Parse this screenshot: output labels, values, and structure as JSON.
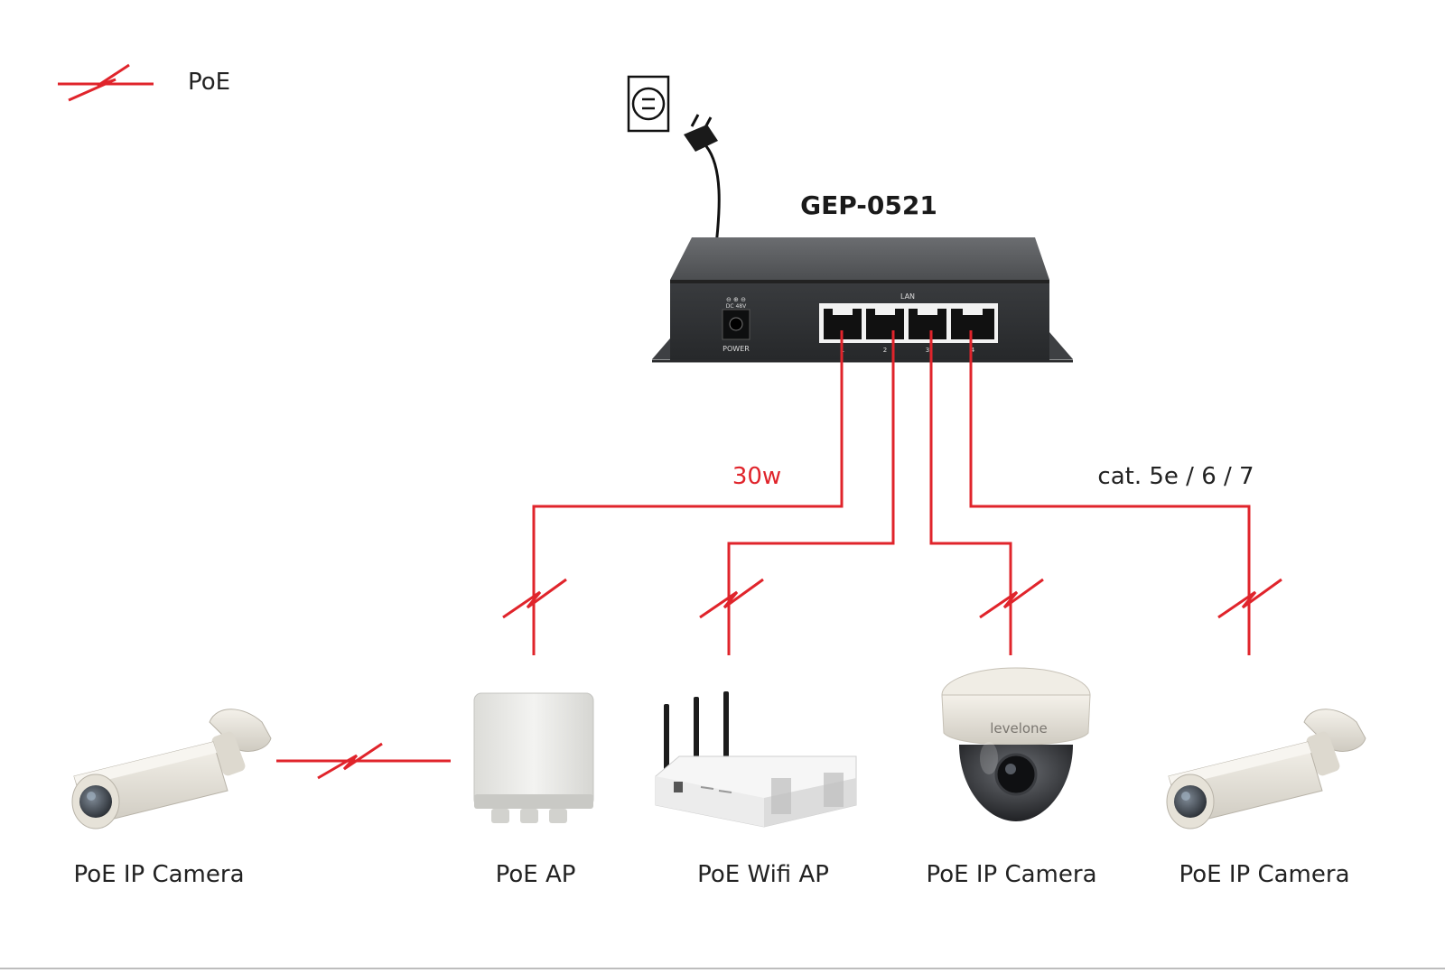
{
  "title": "GEP-0521",
  "legend": {
    "label": "PoE",
    "icon": "lightning-icon",
    "color": "#e0242b"
  },
  "switch": {
    "port_header": "LAN",
    "power_label": "POWER",
    "dc_label": "DC 48V",
    "port_numbers": [
      "1",
      "2",
      "3",
      "4"
    ]
  },
  "cable_labels": {
    "power": "30w",
    "cable_type": "cat. 5e / 6 / 7"
  },
  "devices": [
    {
      "label": "PoE IP Camera",
      "icon": "bullet-camera-icon"
    },
    {
      "label": "PoE AP",
      "icon": "outdoor-ap-icon"
    },
    {
      "label": "PoE Wifi AP",
      "icon": "wifi-router-icon"
    },
    {
      "label": "PoE IP Camera",
      "icon": "dome-camera-icon"
    },
    {
      "label": "PoE IP Camera",
      "icon": "bullet-camera-icon"
    }
  ],
  "dome_brand": "levelone",
  "colors": {
    "poe": "#e0242b",
    "switch_body": "#4a4c4f",
    "device": "#ece9e1"
  }
}
